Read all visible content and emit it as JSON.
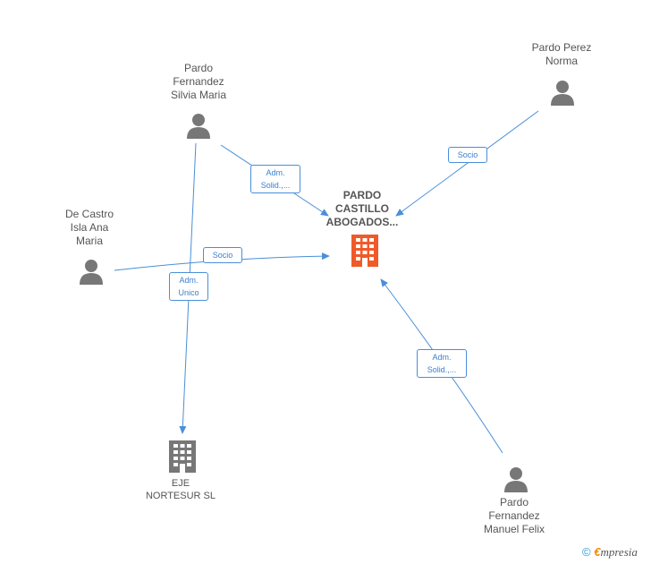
{
  "nodes": {
    "silvia": {
      "label": "Pardo\nFernandez\nSilvia Maria"
    },
    "norma": {
      "label": "Pardo Perez\nNorma"
    },
    "isla": {
      "label": "De Castro\nIsla Ana\nMaria"
    },
    "main_company": {
      "label": "PARDO\nCASTILLO\nABOGADOS..."
    },
    "eje": {
      "label": "EJE\nNORTESUR SL"
    },
    "manuel": {
      "label": "Pardo\nFernandez\nManuel Felix"
    }
  },
  "edges": {
    "silvia_main": "Adm.\nSolid.,...",
    "norma_main": "Socio",
    "isla_main": "Socio",
    "silvia_eje": "Adm.\nUnico",
    "manuel_main": "Adm.\nSolid.,..."
  },
  "footer": {
    "copyright": "©",
    "brand_e": "€",
    "brand_rest": "mpresia"
  },
  "colors": {
    "edge": "#4a8fd8",
    "person": "#777777",
    "company_main": "#f05a28",
    "company": "#777777"
  }
}
